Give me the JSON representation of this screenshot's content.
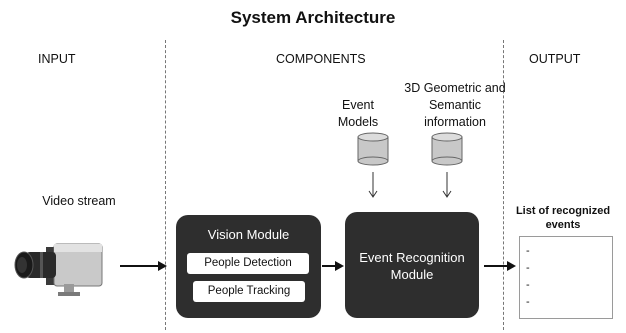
{
  "title": "System Architecture",
  "sections": {
    "input": "INPUT",
    "components": "COMPONENTS",
    "output": "OUTPUT"
  },
  "input": {
    "label": "Video stream",
    "icon": "video-camera-icon"
  },
  "databases": {
    "event_models": {
      "line1": "Event",
      "line2": "Models",
      "icon": "database-icon"
    },
    "geometric": {
      "line1": "3D Geometric and",
      "line2": "Semantic",
      "line3": "information",
      "icon": "database-icon"
    }
  },
  "vision_module": {
    "title": "Vision Module",
    "items": [
      "People Detection",
      "People Tracking"
    ]
  },
  "event_recognition": {
    "line1": "Event Recognition",
    "line2": "Module"
  },
  "output": {
    "title_line1": "List of recognized",
    "title_line2": "events",
    "items": [
      "-",
      "-",
      "-",
      "-"
    ]
  },
  "colors": {
    "module_fill": "#2e2e2e",
    "db_fill": "#c8c8c8",
    "divider": "#777777"
  }
}
